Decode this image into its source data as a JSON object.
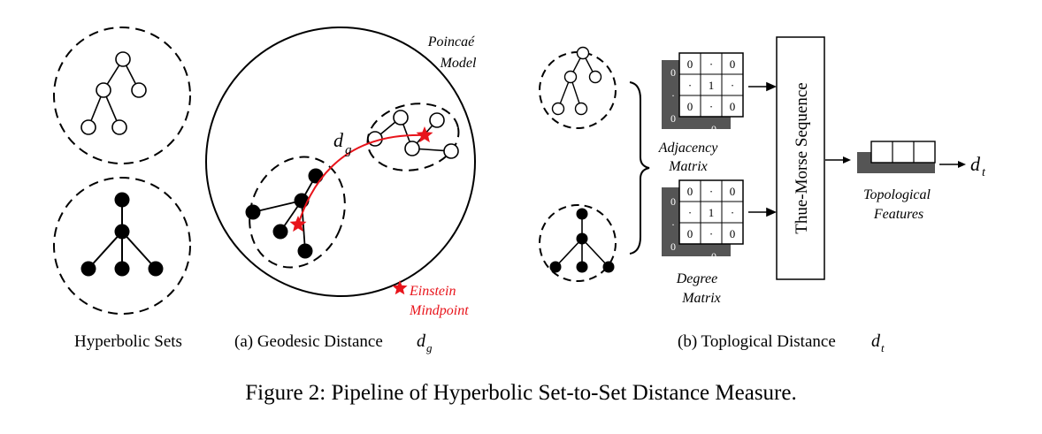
{
  "left_panel": {
    "label": "Hyperbolic Sets"
  },
  "panel_a": {
    "model_label_line1": "Poincaé",
    "model_label_line2": "Model",
    "distance_symbol": "d",
    "distance_subscript": "g",
    "legend_line1": "Einstein",
    "legend_line2": "Mindpoint",
    "caption_text": "(a) Geodesic Distance ",
    "caption_symbol": "d",
    "caption_subscript": "g"
  },
  "panel_b": {
    "adjacency_label_line1": "Adjacency",
    "adjacency_label_line2": "Matrix",
    "degree_label_line1": "Degree",
    "degree_label_line2": "Matrix",
    "adjacency_cells": [
      [
        "0",
        "·",
        "0"
      ],
      [
        "·",
        "1",
        "·"
      ],
      [
        "0",
        "·",
        "0"
      ]
    ],
    "degree_cells": [
      [
        "0",
        "·",
        "0"
      ],
      [
        "·",
        "1",
        "·"
      ],
      [
        "0",
        "·",
        "0"
      ]
    ],
    "back_cells": [
      "0",
      "·",
      "0"
    ],
    "back_bottom_cell": "0",
    "sequence_label": "Thue-Morse Sequence",
    "features_line1": "Topological",
    "features_line2": "Features",
    "output_symbol": "d",
    "output_subscript": "t",
    "caption_text": "(b) Toplogical Distance ",
    "caption_symbol": "d",
    "caption_subscript": "t"
  },
  "figure_caption": "Figure 2: Pipeline of Hyperbolic Set-to-Set Distance Measure.",
  "colors": {
    "geodesic": "#e8141b",
    "matrix_shadow": "#555555",
    "stroke": "#000000"
  }
}
